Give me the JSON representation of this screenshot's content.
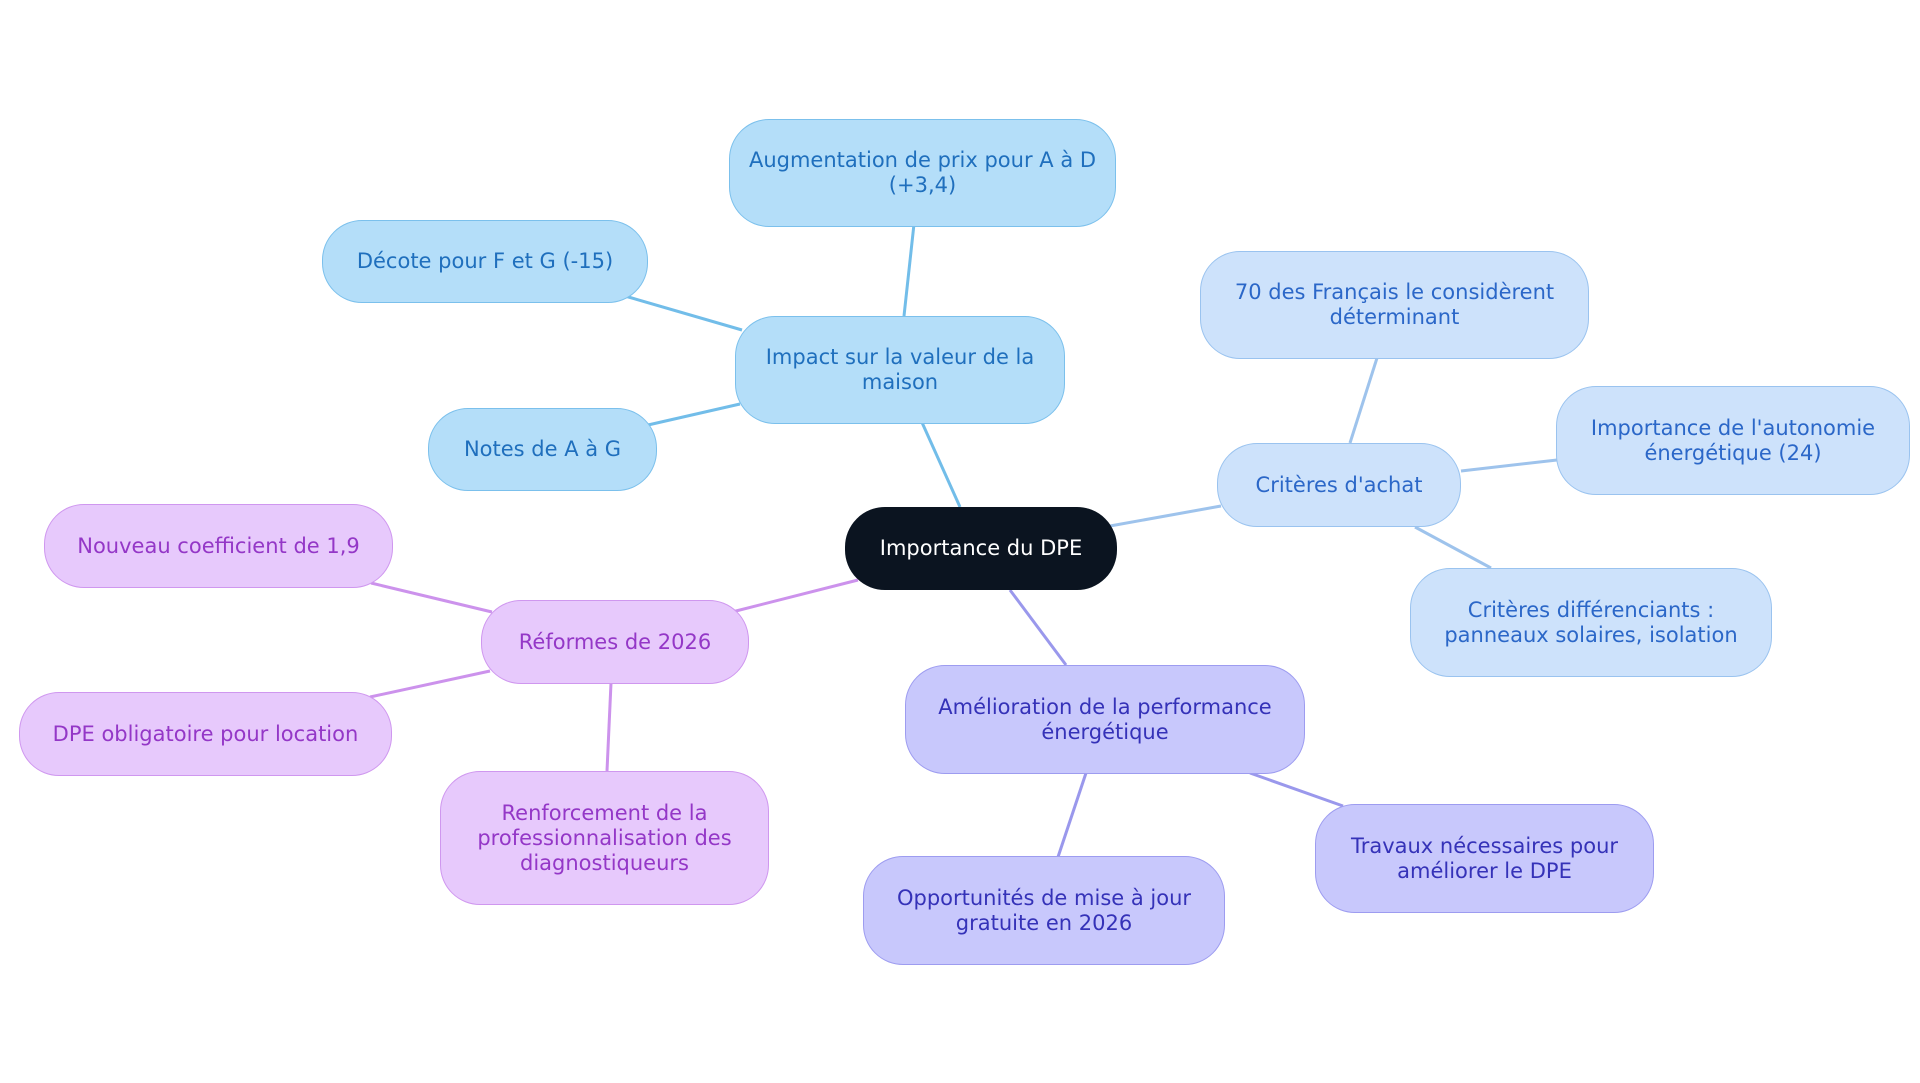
{
  "diagram": {
    "center": "Importance du DPE",
    "branches": [
      {
        "id": "impact",
        "label": "Impact sur la valeur de la maison",
        "children": [
          "Augmentation de prix pour A à D (+3,4)",
          "Décote pour F et G (-15)",
          "Notes de A à G"
        ]
      },
      {
        "id": "criteria",
        "label": "Critères d'achat",
        "children": [
          "70 des Français le considèrent déterminant",
          "Importance de l'autonomie énergétique (24)",
          "Critères différenciants : panneaux solaires, isolation"
        ]
      },
      {
        "id": "perf",
        "label": "Amélioration de la performance énergétique",
        "children": [
          "Travaux nécessaires pour améliorer le DPE",
          "Opportunités de mise à jour gratuite en 2026"
        ]
      },
      {
        "id": "reform",
        "label": "Réformes de 2026",
        "children": [
          "Nouveau coefficient de 1,9",
          "DPE obligatoire pour location",
          "Renforcement de la professionnalisation des diagnostiqueurs"
        ]
      }
    ]
  },
  "colors": {
    "center_bg": "#0b1420",
    "impact": "#b4def9",
    "criteria": "#cde2fb",
    "perf": "#c8c8fc",
    "reform": "#e7c9fc"
  }
}
